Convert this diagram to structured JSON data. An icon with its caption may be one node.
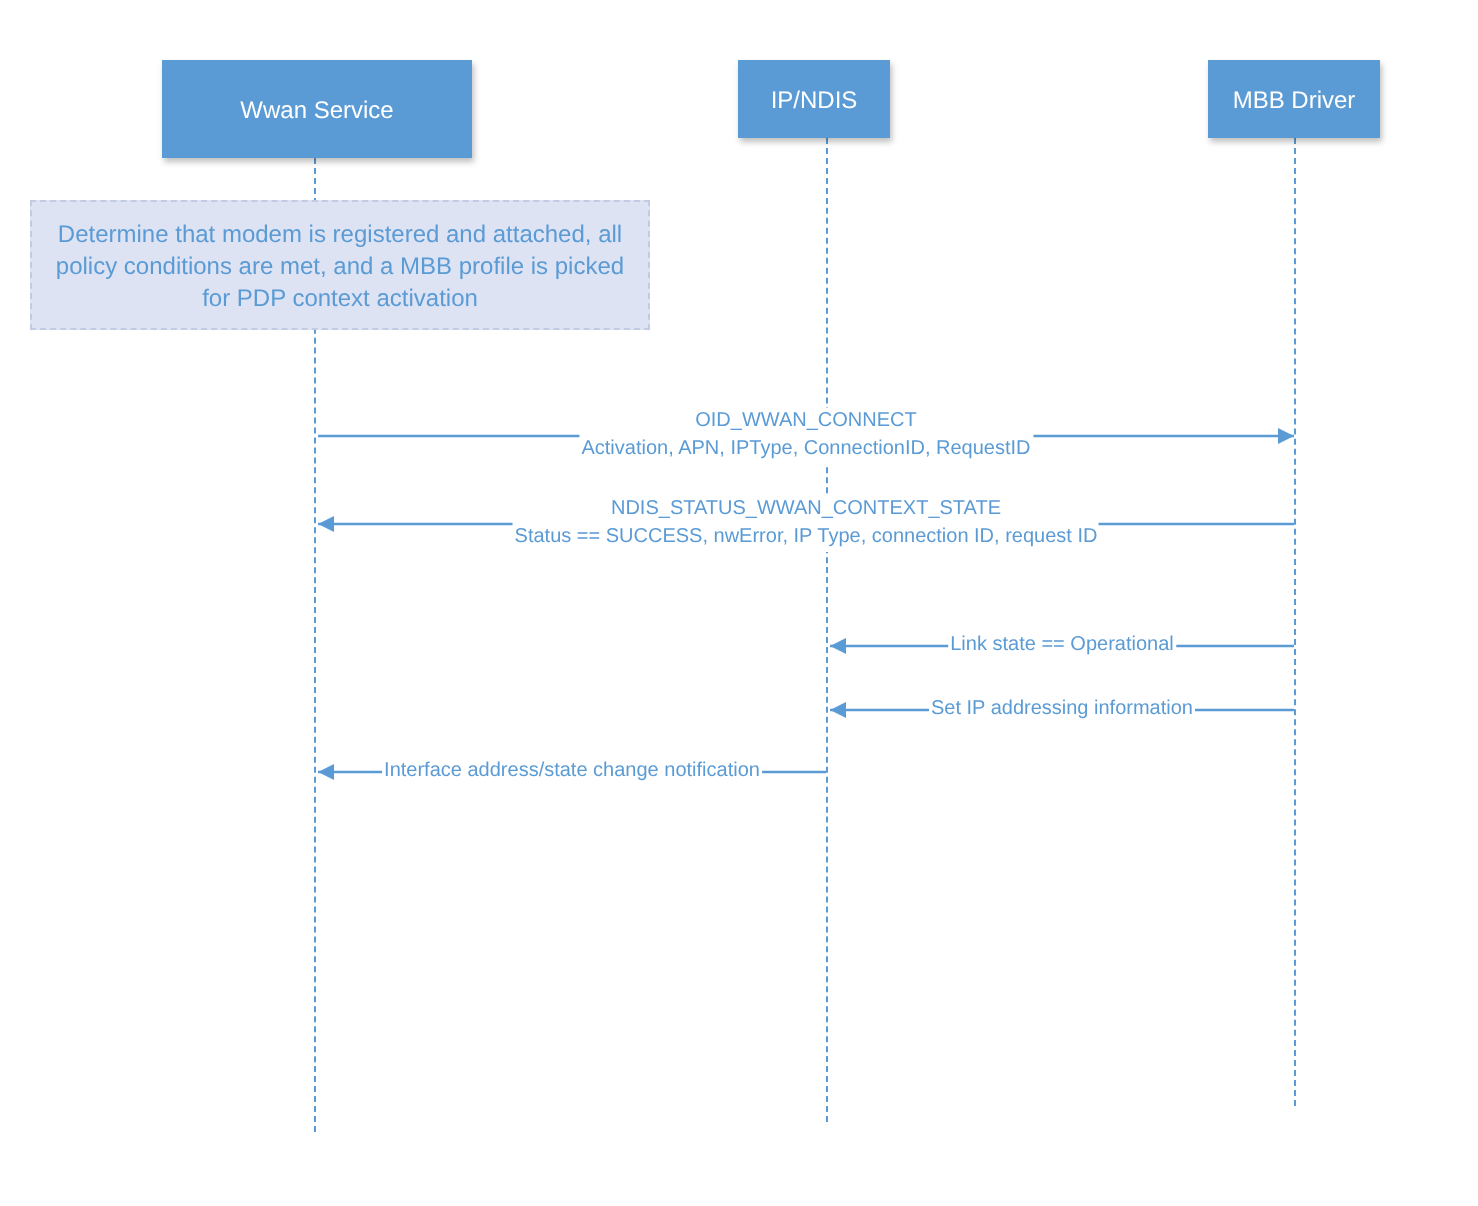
{
  "diagram": {
    "nodes": [
      {
        "text": [
          "Wwan Service"
        ]
      },
      {
        "text": [
          "IP/NDIS"
        ]
      },
      {
        "text": [
          "MBB Driver"
        ]
      },
      {
        "text": [
          "Determine that modem is registered and attached, all policy conditions are met, and a MBB profile is picked for PDP context activation"
        ]
      },
      {
        "text": [],
        "shape": "line"
      },
      {
        "text": [],
        "shape": "line"
      },
      {
        "text": [],
        "shape": "line"
      }
    ],
    "edges": [
      {
        "from": 4,
        "to": 6,
        "arrow": "to",
        "label": "OID_WWAN_CONNECT Activation, APN, IPType, ConnectionID, RequestID"
      },
      {
        "from": 6,
        "to": 4,
        "arrow": "to",
        "label": "NDIS_STATUS_WWAN_CONTEXT_STATE Status == SUCCESS, nwError, IP Type, connection ID, request ID"
      },
      {
        "from": 6,
        "to": 5,
        "arrow": "to",
        "label": "Link state == Operational"
      },
      {
        "from": 6,
        "to": 5,
        "arrow": "to",
        "label": "Set IP addressing information"
      },
      {
        "from": 5,
        "to": 4,
        "arrow": "to",
        "label": "Interface address/state change notification"
      }
    ]
  }
}
